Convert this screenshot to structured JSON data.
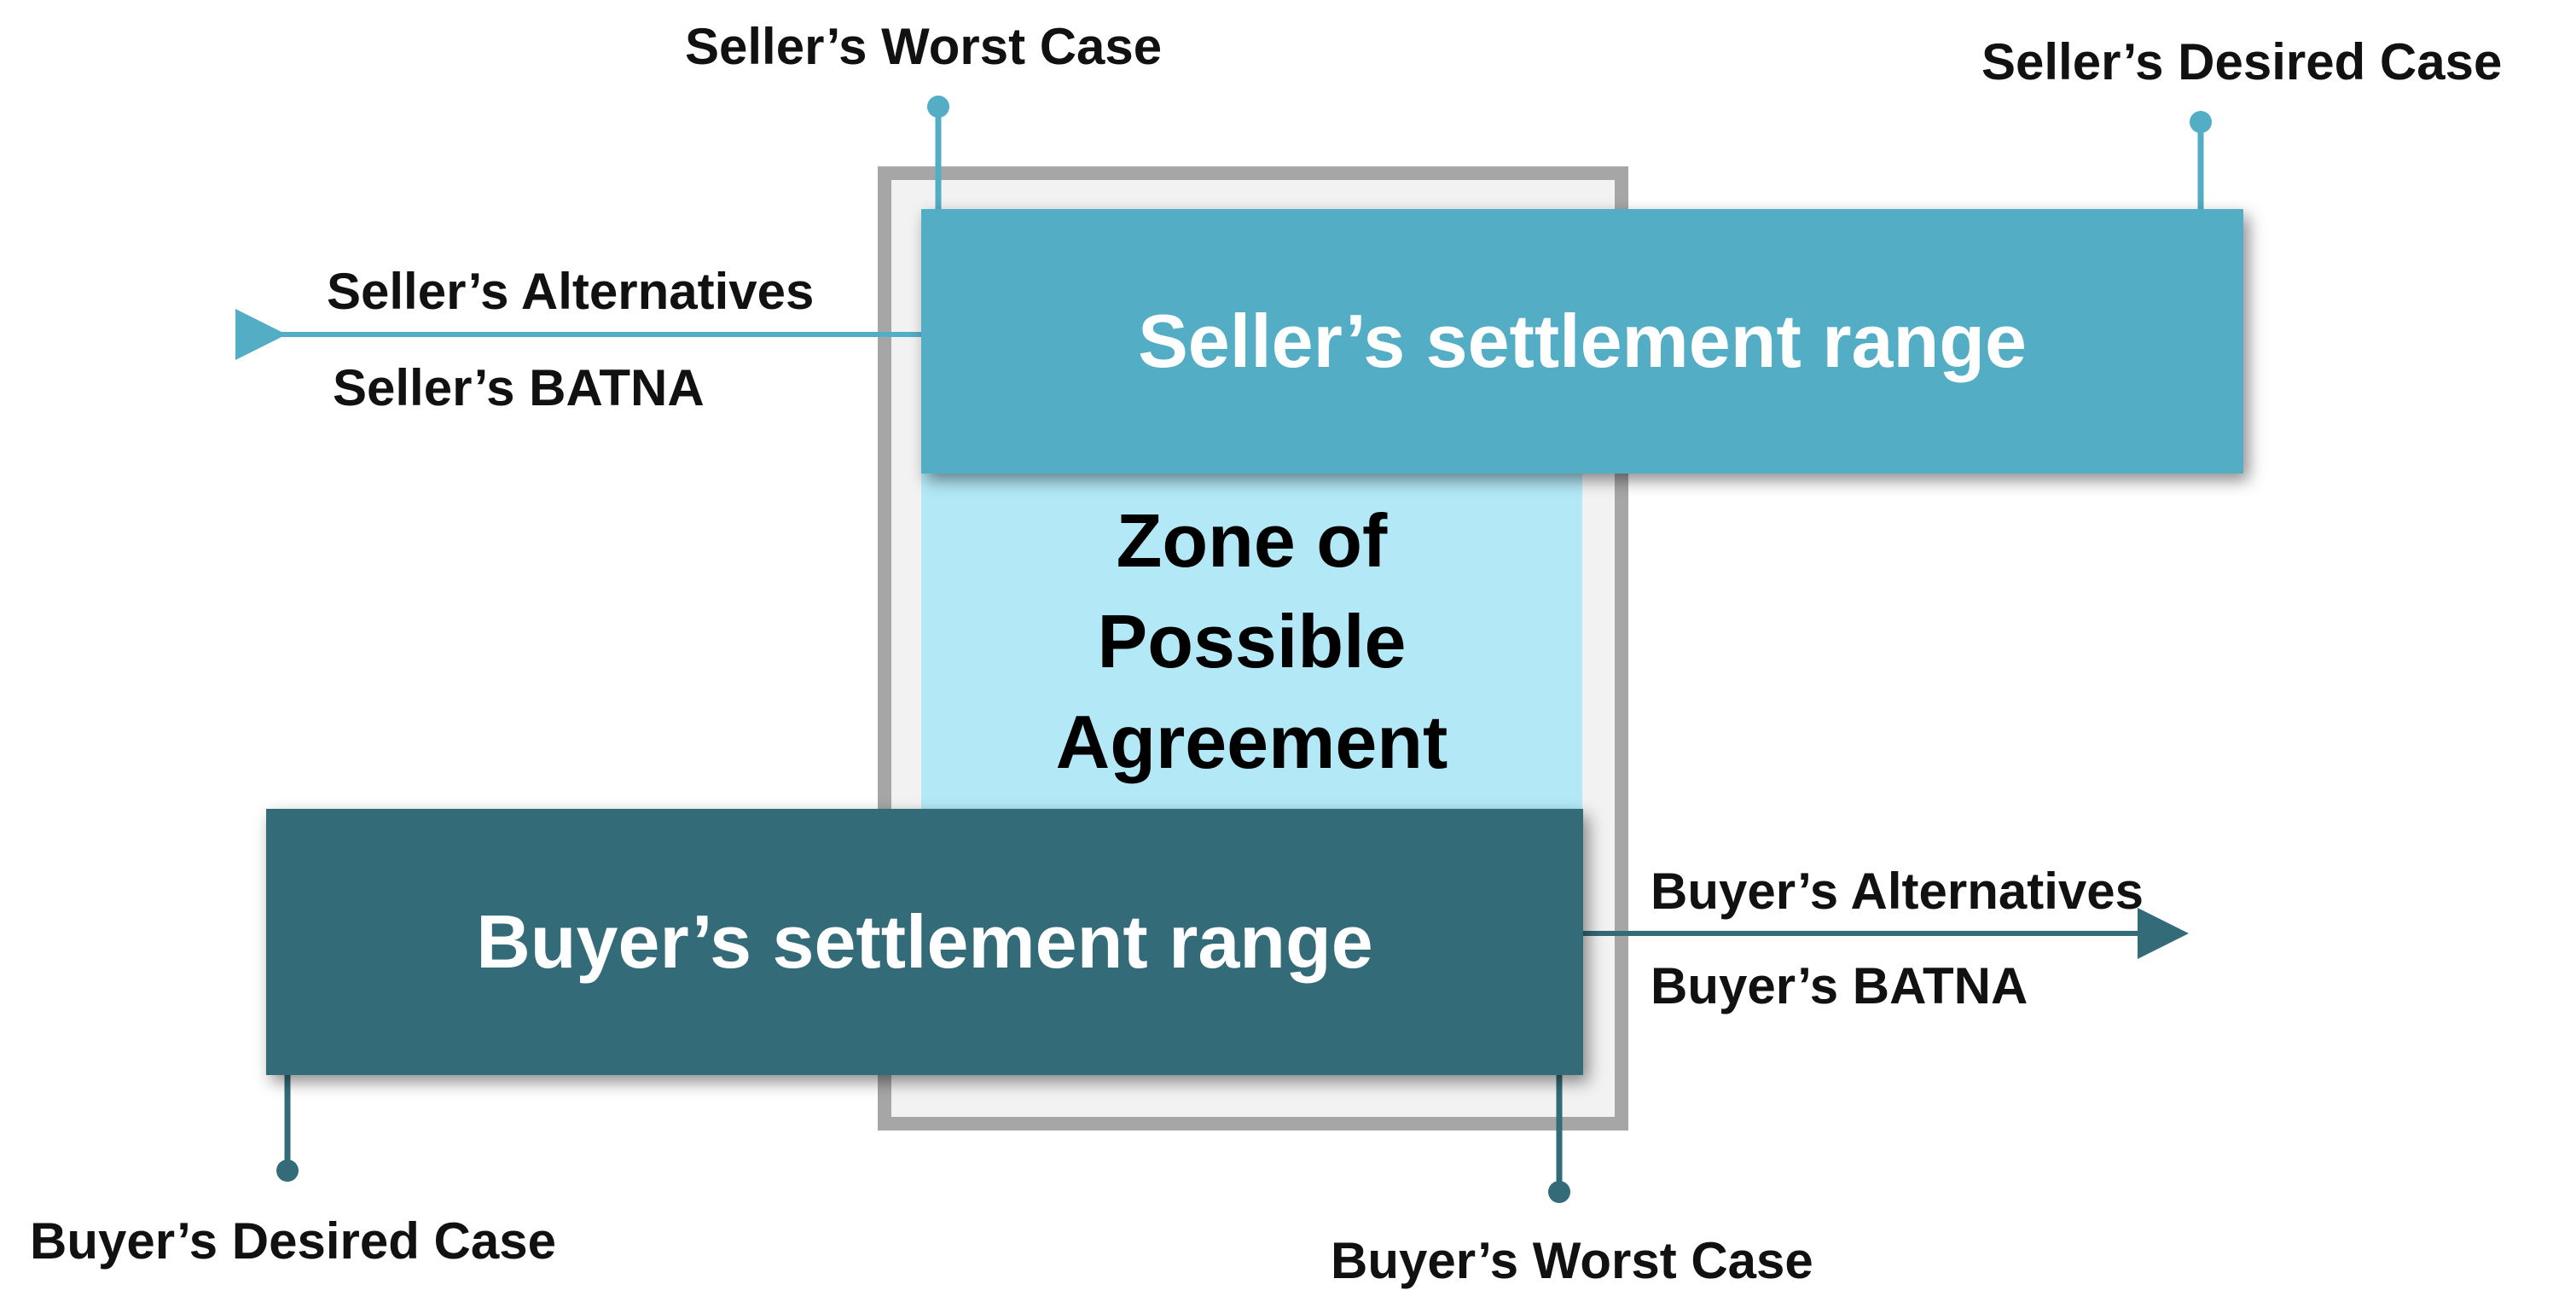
{
  "zopa": {
    "line1": "Zone of",
    "line2": "Possible",
    "line3": "Agreement"
  },
  "seller": {
    "range_label": "Seller’s settlement range",
    "worst_case": "Seller’s Worst Case",
    "desired_case": "Seller’s Desired Case",
    "alternatives": "Seller’s Alternatives",
    "batna": "Seller’s BATNA"
  },
  "buyer": {
    "range_label": "Buyer’s settlement range",
    "worst_case": "Buyer’s Worst Case",
    "desired_case": "Buyer’s Desired Case",
    "alternatives": "Buyer’s Alternatives",
    "batna": "Buyer’s BATNA"
  },
  "colors": {
    "seller": "#53adc4",
    "buyer": "#336b78",
    "zopa": "#b3e9f7",
    "frame": "#a6a6a6"
  }
}
